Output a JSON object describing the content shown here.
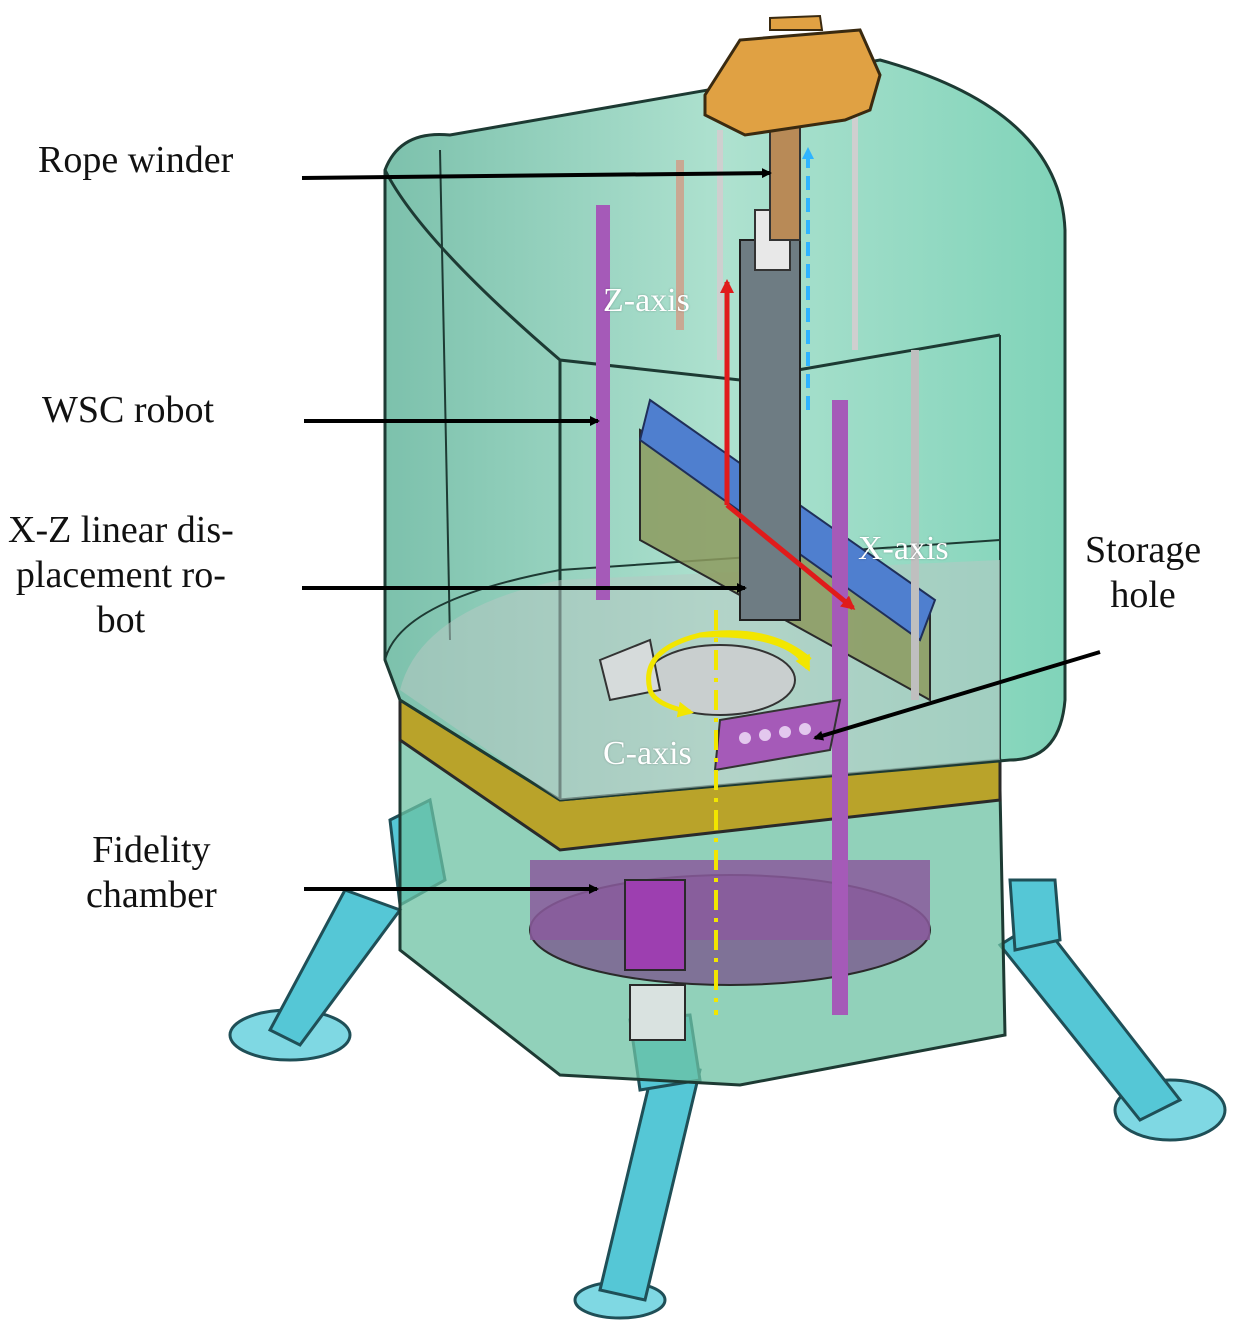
{
  "figure": {
    "labels": {
      "rope_winder": "Rope winder",
      "wsc_robot": "WSC robot",
      "xz_line1": "X-Z linear dis-",
      "xz_line2": "placement ro-",
      "xz_line3": "bot",
      "storage_line1": "Storage",
      "storage_line2": "hole",
      "fidelity_line1": "Fidelity",
      "fidelity_line2": "chamber"
    },
    "axes": {
      "z": "Z-axis",
      "x": "X-axis",
      "c": "C-axis"
    },
    "colors": {
      "shell_fill": "#5fc6a6",
      "shell_edge": "#1d3a33",
      "legs": "#55c7d6",
      "band": "#b9a32a",
      "winder": "#e0a143",
      "purple": "#a55ab8",
      "blue_rail": "#4f7fcf",
      "red_arrow": "#e01b1b",
      "yellow_arrow": "#f2e600",
      "cyan_arrow": "#2fb4ff"
    }
  }
}
